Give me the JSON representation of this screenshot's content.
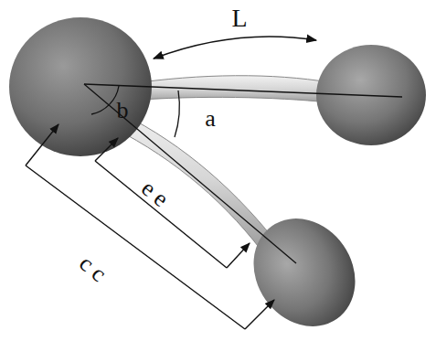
{
  "diagram": {
    "labels": [
      "L",
      "b",
      "a",
      "ee",
      "cc"
    ]
  }
}
